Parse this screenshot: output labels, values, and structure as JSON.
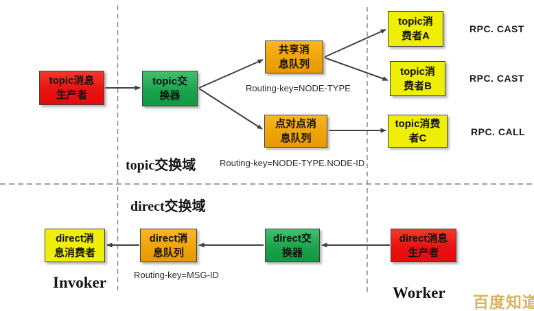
{
  "regions": {
    "topic_domain": "topic交换域",
    "direct_domain": "direct交换域",
    "invoker": "Invoker",
    "worker": "Worker"
  },
  "nodes": {
    "topic_producer": {
      "line1": "topic消息",
      "line2": "生产者",
      "role": "producer"
    },
    "topic_exchange": {
      "line1": "topic交",
      "line2": "换器",
      "role": "exchange"
    },
    "shared_queue": {
      "line1": "共享消",
      "line2": "息队列",
      "role": "queue"
    },
    "p2p_queue": {
      "line1": "点对点消",
      "line2": "息队列",
      "role": "queue"
    },
    "consumer_a": {
      "line1": "topic消",
      "line2": "费者A",
      "role": "consumer"
    },
    "consumer_b": {
      "line1": "topic消",
      "line2": "费者B",
      "role": "consumer"
    },
    "consumer_c": {
      "line1": "topic消费",
      "line2": "者C",
      "role": "consumer"
    },
    "direct_consumer": {
      "line1": "direct消",
      "line2": "息消费者",
      "role": "consumer"
    },
    "direct_queue": {
      "line1": "direct消",
      "line2": "息队列",
      "role": "queue"
    },
    "direct_exchange": {
      "line1": "direct交",
      "line2": "换器",
      "role": "exchange"
    },
    "direct_producer": {
      "line1": "direct消息",
      "line2": "生产者",
      "role": "producer"
    }
  },
  "annotations": {
    "routing_key_node_type": "Routing-key=NODE-TYPE",
    "routing_key_node_type_node_id": "Routing-key=NODE-TYPE.NODE-ID",
    "routing_key_msg_id": "Routing-key=MSG-ID",
    "rpc_cast_a": "RPC. CAST",
    "rpc_cast_b": "RPC. CAST",
    "rpc_call_c": "RPC. CALL"
  },
  "watermark": {
    "text": "百度知道",
    "color": "#d9b260"
  },
  "colors": {
    "producer_red": "#ea1111",
    "exchange_green": "#17a24a",
    "queue_orange": "#efa40a",
    "consumer_yellow": "#efef05",
    "arrow_gray": "#404040",
    "divider_gray": "#808080",
    "watermark_gold": "#d9b260"
  }
}
